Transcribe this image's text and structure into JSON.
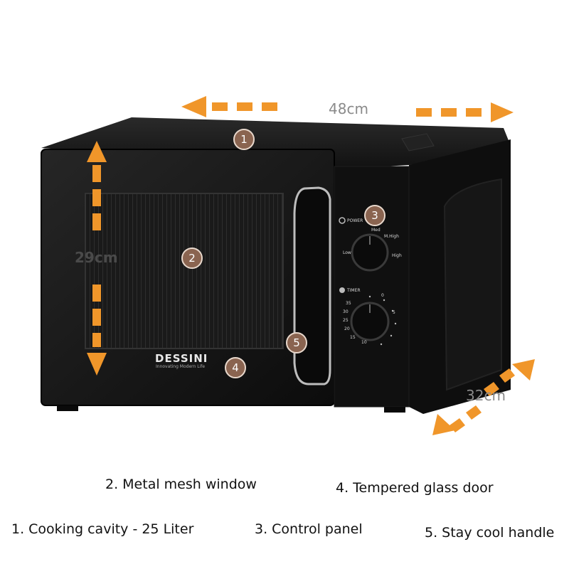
{
  "dimensions": {
    "width_label": "48cm",
    "height_label": "29cm",
    "depth_label": "32cm"
  },
  "markers": [
    "1",
    "2",
    "3",
    "4",
    "5"
  ],
  "brand": {
    "name": "DESSINI",
    "tagline": "Innovating Modern Life"
  },
  "control_panel": {
    "power_label": "POWER",
    "power_levels": [
      "Low",
      "Med",
      "M.High",
      "High"
    ],
    "timer_label": "TIMER",
    "timer_ticks": [
      "0",
      "5",
      "10",
      "15",
      "20",
      "25",
      "30",
      "35"
    ]
  },
  "captions": {
    "mesh_window": "2. Metal mesh window",
    "glass_door": "4. Tempered glass door",
    "cooking_cavity": "1. Cooking cavity - 25 Liter",
    "control_panel": "3. Control panel",
    "handle": "5. Stay cool handle"
  },
  "colors": {
    "arrow": "#f0962a",
    "marker": "#8a6450",
    "body": "#141414"
  }
}
